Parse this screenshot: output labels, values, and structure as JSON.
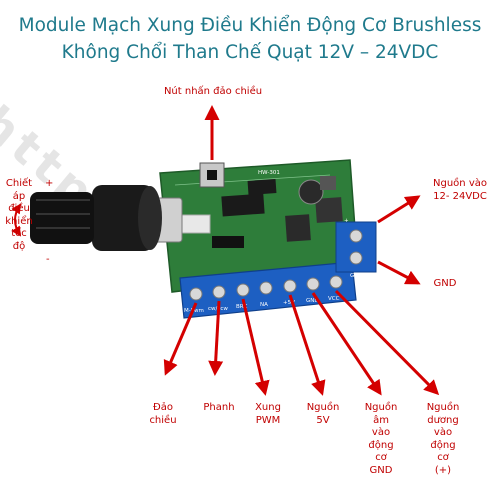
{
  "title": {
    "line1": "Module Mạch Xung Điều Khiển Động Cơ Brushless",
    "line2": "Không Chổi Than Chế Quạt 12V – 24VDC"
  },
  "watermark": "http://",
  "labels": {
    "button": "Nút nhấn đảo chiều",
    "pot": [
      "Chiết",
      "áp",
      "điều",
      "khiển",
      "tốc",
      "độ"
    ],
    "plus": "+",
    "minus": "-",
    "power_in": [
      "Nguồn vào",
      "12- 24VDC"
    ],
    "gnd": "GND",
    "reverse": [
      "Đảo",
      "chiều"
    ],
    "brake": "Phanh",
    "pwm": [
      "Xung",
      "PWM"
    ],
    "v5": [
      "Nguồn",
      "5V"
    ],
    "neg": [
      "Nguồn",
      "âm",
      "vào",
      "động",
      "cơ",
      "GND"
    ],
    "pos": [
      "Nguồn",
      "dương",
      "vào",
      "động",
      "cơ",
      "(+)"
    ]
  },
  "board": {
    "label": "HW-301",
    "pins": [
      "M-Pwm",
      "cw/ccw",
      "BRK",
      "NA",
      "+5V",
      "GND",
      "VCC"
    ],
    "power_pins": [
      "+",
      "GND"
    ]
  },
  "colors": {
    "title": "#1f7a8c",
    "arrow": "#d40000",
    "pcb": "#2e7d3a",
    "terminal": "#1d5fc2"
  }
}
